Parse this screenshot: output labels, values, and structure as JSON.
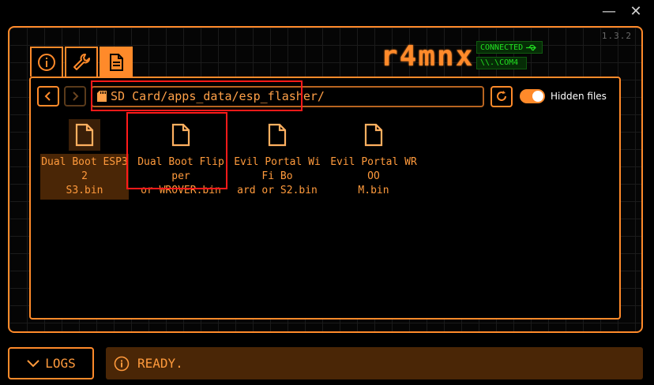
{
  "window": {
    "minimize_icon": "minimize-icon",
    "close_icon": "close-icon",
    "version": "1.3.2"
  },
  "brand": {
    "name": "r4mnx"
  },
  "device": {
    "connection_status": "CONNECTED",
    "usb_icon": "usb-icon",
    "port": "\\\\.\\COM4"
  },
  "tabs": [
    {
      "id": "info",
      "icon": "info-icon",
      "active": false
    },
    {
      "id": "tools",
      "icon": "wrench-icon",
      "active": false
    },
    {
      "id": "files",
      "icon": "document-icon",
      "active": true
    }
  ],
  "toolbar": {
    "back_icon": "chevron-left-icon",
    "forward_icon": "chevron-right-icon",
    "path": "SD Card/apps_data/esp_flasher/",
    "path_icon": "sd-card-icon",
    "refresh_icon": "refresh-icon",
    "hidden_files_label": "Hidden files",
    "hidden_files_enabled": true
  },
  "files": [
    {
      "name": "Dual Boot ESP32 S3.bin",
      "lines": [
        "Dual Boot ESP32",
        "S3.bin"
      ],
      "selected": true
    },
    {
      "name": "Dual Boot Flipper or WROVER.bin",
      "lines": [
        "Dual Boot Flipper",
        "or WROVER.bin"
      ],
      "selected": false
    },
    {
      "name": "Evil Portal WiFi Board or S2.bin",
      "lines": [
        "Evil Portal WiFi Bo",
        "ard or S2.bin"
      ],
      "selected": false
    },
    {
      "name": "Evil Portal WROOM.bin",
      "lines": [
        "Evil Portal WROO",
        "M.bin"
      ],
      "selected": false
    }
  ],
  "footer": {
    "logs_label": "LOGS",
    "logs_icon": "chevron-down-icon",
    "status_icon": "info-icon",
    "status_text": "READY."
  },
  "colors": {
    "accent": "#ff8a2a",
    "connected_green": "#22e022",
    "highlight_red": "#ff1a1a",
    "status_bg": "#4a2606"
  }
}
